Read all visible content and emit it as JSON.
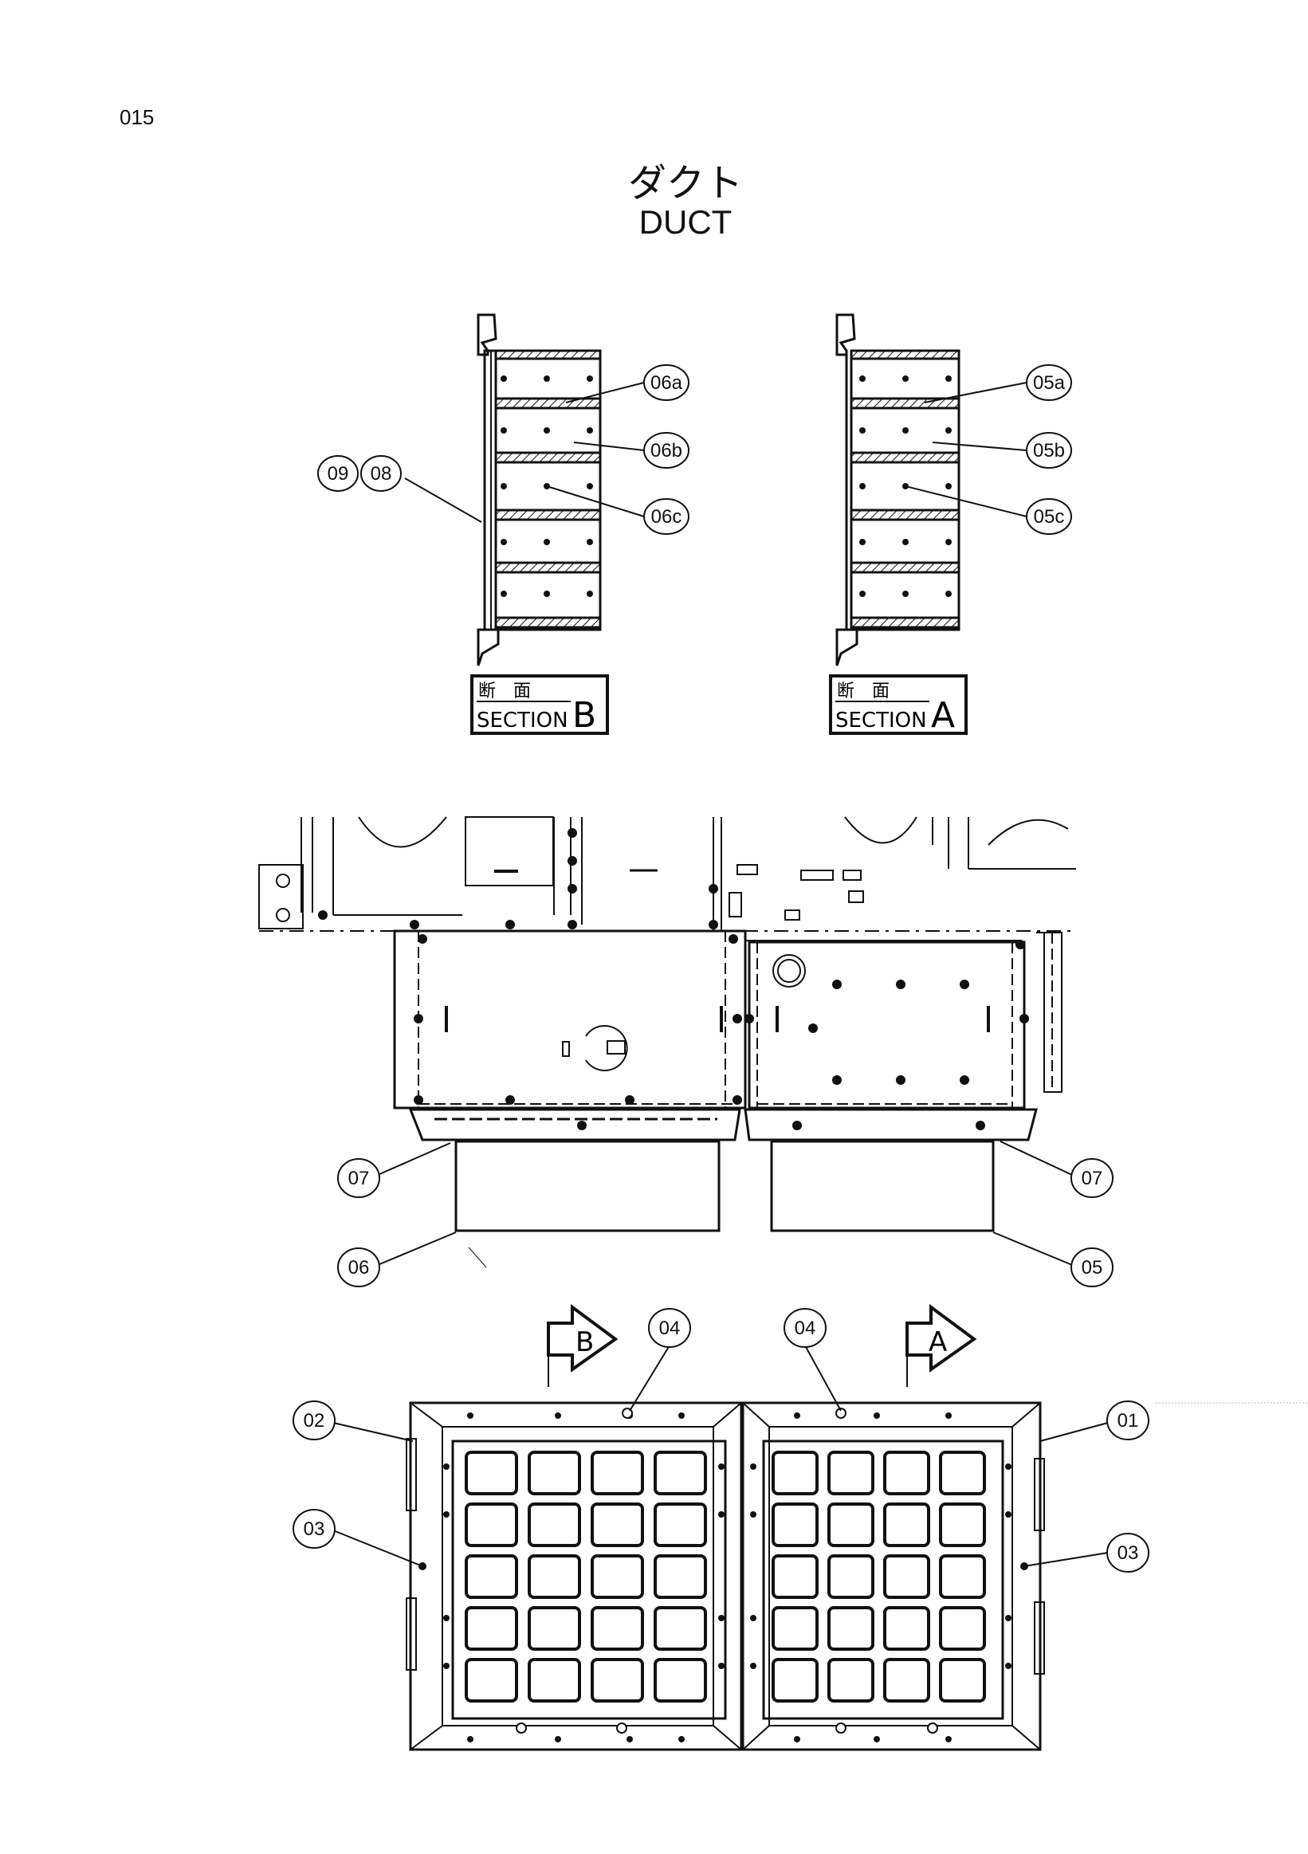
{
  "page": {
    "number": "015"
  },
  "title": {
    "japanese": "ダクト",
    "english": "DUCT"
  },
  "section_labels": [
    {
      "jp": "断　面",
      "en": "SECTION",
      "letter": "B"
    },
    {
      "jp": "断　面",
      "en": "SECTION",
      "letter": "A"
    }
  ],
  "view_arrows": [
    {
      "letter": "B"
    },
    {
      "letter": "A"
    }
  ],
  "callouts": {
    "section_b": [
      "06a",
      "06b",
      "06c",
      "09",
      "08"
    ],
    "section_a": [
      "05a",
      "05b",
      "05c"
    ],
    "middle": [
      "07",
      "07",
      "06",
      "05"
    ],
    "bottom": [
      "04",
      "04",
      "02",
      "01",
      "03",
      "03"
    ]
  }
}
